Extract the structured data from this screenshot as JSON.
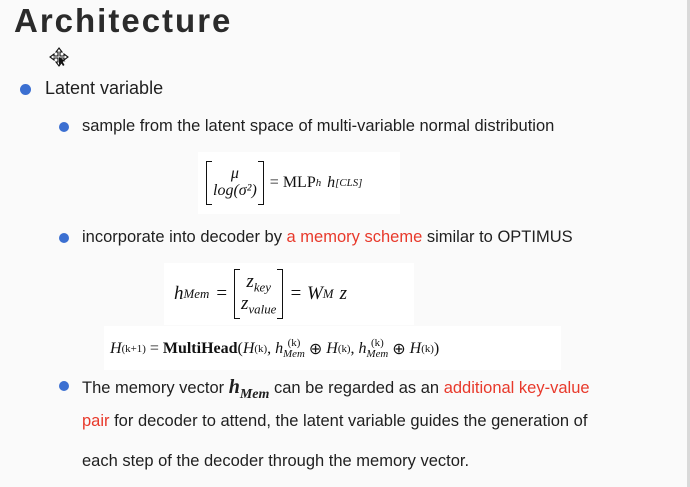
{
  "title": "Architecture",
  "bullets": {
    "latent": "Latent variable",
    "sample": "sample from the latent space of multi-variable normal distribution",
    "incorporate_pre": "incorporate into decoder by ",
    "incorporate_red": "a memory scheme",
    "incorporate_post": " similar to OPTIMUS",
    "memory_pre": "The memory vector ",
    "memory_post": " can be regarded as an ",
    "memory_red1": "additional key-value",
    "memory_red2": "pair",
    "memory_line2": " for decoder to attend, the latent variable guides the generation of",
    "memory_line3": "each step of the decoder through the memory vector."
  },
  "equations": {
    "eq1": {
      "top": "μ",
      "bottom": "log(σ²)",
      "rhs": "= MLP",
      "rhs_sub": "h",
      "rhs_var": "h",
      "rhs_var_sub": "[CLS]"
    },
    "eq2": {
      "lhs": "h",
      "lhs_sub": "Mem",
      "eq": "=",
      "top": "z",
      "top_sub": "key",
      "bottom": "z",
      "bottom_sub": "value",
      "rhs": "= W",
      "rhs_sub": "M",
      "rhs_var": "z"
    },
    "eq3": {
      "H": "H",
      "sup_k1": "(k+1)",
      "eq": " = ",
      "op": "MultiHead",
      "open": "(",
      "sup_k": "(k)",
      "comma": ", ",
      "h": "h",
      "mem": "Mem",
      "oplus": " ⊕ ",
      "close": ")"
    },
    "inline_h": "h",
    "inline_sub": "Mem"
  },
  "colors": {
    "bullet": "#3b6fd1",
    "highlight": "#e8392b"
  },
  "icons": {
    "cursor": "move-cursor-icon"
  }
}
